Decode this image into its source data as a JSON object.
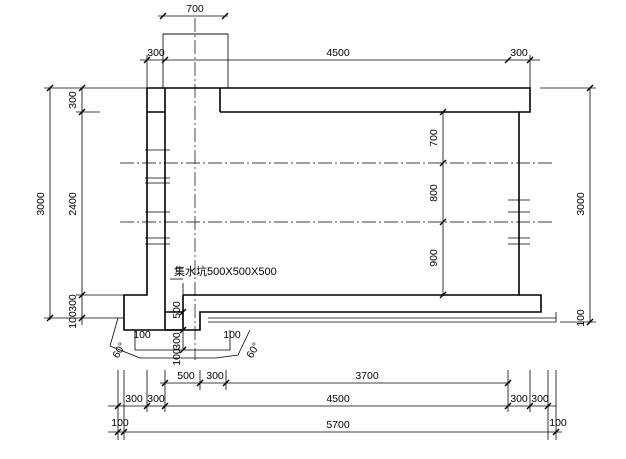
{
  "dimensions": {
    "top": {
      "pipe_width": "700",
      "left_wall": "300",
      "inner_span": "4500",
      "right_wall": "300"
    },
    "left": {
      "total_height": "3000",
      "top_slab": "300",
      "inner_height": "2400",
      "bottom_slab": "300",
      "cushion": "100"
    },
    "right": {
      "total_height": "3000",
      "cushion": "100"
    },
    "inner_levels": {
      "upper": "700",
      "middle": "800",
      "lower": "900"
    },
    "sump": {
      "depth": "500",
      "slab": "300",
      "cushion": "100",
      "offset_left": "100",
      "offset_right": "100",
      "angle_left": "60°",
      "angle_right": "60°"
    },
    "bottom_row1": {
      "sump_width": "500",
      "wall": "300",
      "remaining": "3700"
    },
    "bottom_row2": {
      "left_wall_a": "300",
      "left_wall_b": "300",
      "inner_span": "4500",
      "right_wall_a": "300",
      "right_wall_b": "300"
    },
    "bottom_row3": {
      "left_edge": "100",
      "total_width": "5700",
      "right_edge": "100"
    }
  },
  "annotations": {
    "sump_label": "集水坑500X500X500"
  }
}
